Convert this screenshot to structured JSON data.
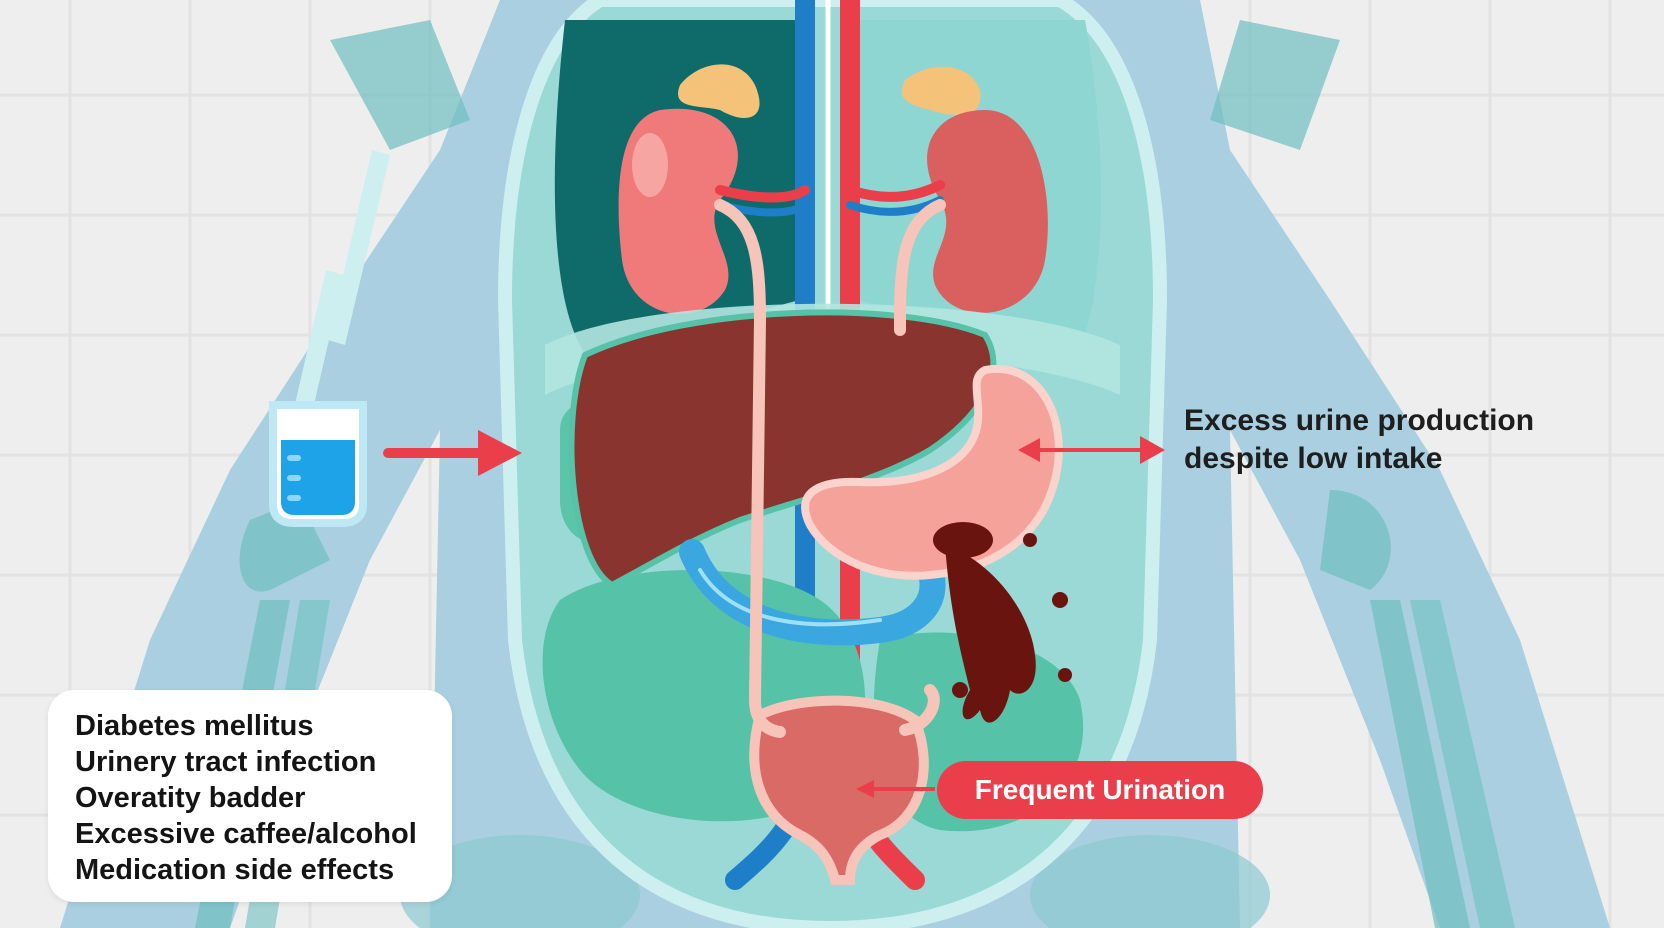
{
  "annotation": {
    "lines": [
      "Excess urine production",
      "despite low intake"
    ]
  },
  "causes": {
    "items": [
      "Diabetes mellitus",
      "Urinery tract infection",
      "Overatity badder",
      "Excessive caffee/alcohol",
      "Medication side effects"
    ]
  },
  "badge": {
    "label": "Frequent Urination"
  },
  "colors": {
    "background": "#eeeeee",
    "body": "#a9cfe0",
    "torso": "#9ad9d6",
    "lung": "#0f6b6a",
    "kidney": "#f07a7a",
    "adrenal": "#f5c27a",
    "liver": "#8a3430",
    "stomach": "#f5a29a",
    "vein": "#1e7fc8",
    "artery": "#ea3f4b",
    "bladder": "#d96a66",
    "accent": "#ea3f4b"
  },
  "icons": [
    "water-glass-icon",
    "arrow-right-icon",
    "double-arrow-icon",
    "arrow-left-icon"
  ]
}
